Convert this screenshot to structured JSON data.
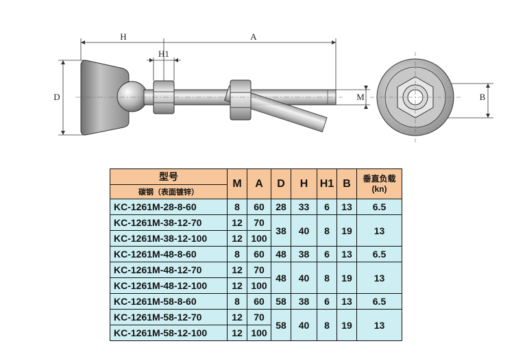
{
  "drawing": {
    "dim_labels": {
      "H": "H",
      "A": "A",
      "H1": "H1",
      "D": "D",
      "M": "M",
      "B": "B"
    }
  },
  "table": {
    "header": {
      "model_label": "型号",
      "material_label": "碳钢（表面镀锌）",
      "cols": [
        "M",
        "A",
        "D",
        "H",
        "H1",
        "B"
      ],
      "load_line1": "垂直负载",
      "load_line2": "(kn)"
    },
    "rows": [
      {
        "model": "KC-1261M-28-8-60",
        "M": "8",
        "A": "60",
        "D": "28",
        "H": "33",
        "H1": "6",
        "B": "13",
        "load": "6.5"
      },
      {
        "model": "KC-1261M-38-12-70",
        "M": "12",
        "A": "70",
        "D": "38",
        "H": "40",
        "H1": "8",
        "B": "19",
        "load": "13"
      },
      {
        "model": "KC-1261M-38-12-100",
        "M": "12",
        "A": "100"
      },
      {
        "model": "KC-1261M-48-8-60",
        "M": "8",
        "A": "60",
        "D": "48",
        "H": "38",
        "H1": "6",
        "B": "13",
        "load": "6.5"
      },
      {
        "model": "KC-1261M-48-12-70",
        "M": "12",
        "A": "70",
        "D": "48",
        "H": "40",
        "H1": "8",
        "B": "19",
        "load": "13"
      },
      {
        "model": "KC-1261M-48-12-100",
        "M": "12",
        "A": "100"
      },
      {
        "model": "KC-1261M-58-8-60",
        "M": "8",
        "A": "60",
        "D": "58",
        "H": "38",
        "H1": "6",
        "B": "13",
        "load": "6.5"
      },
      {
        "model": "KC-1261M-58-12-70",
        "M": "12",
        "A": "70",
        "D": "58",
        "H": "40",
        "H1": "8",
        "B": "19",
        "load": "13"
      },
      {
        "model": "KC-1261M-58-12-100",
        "M": "12",
        "A": "100"
      }
    ]
  }
}
